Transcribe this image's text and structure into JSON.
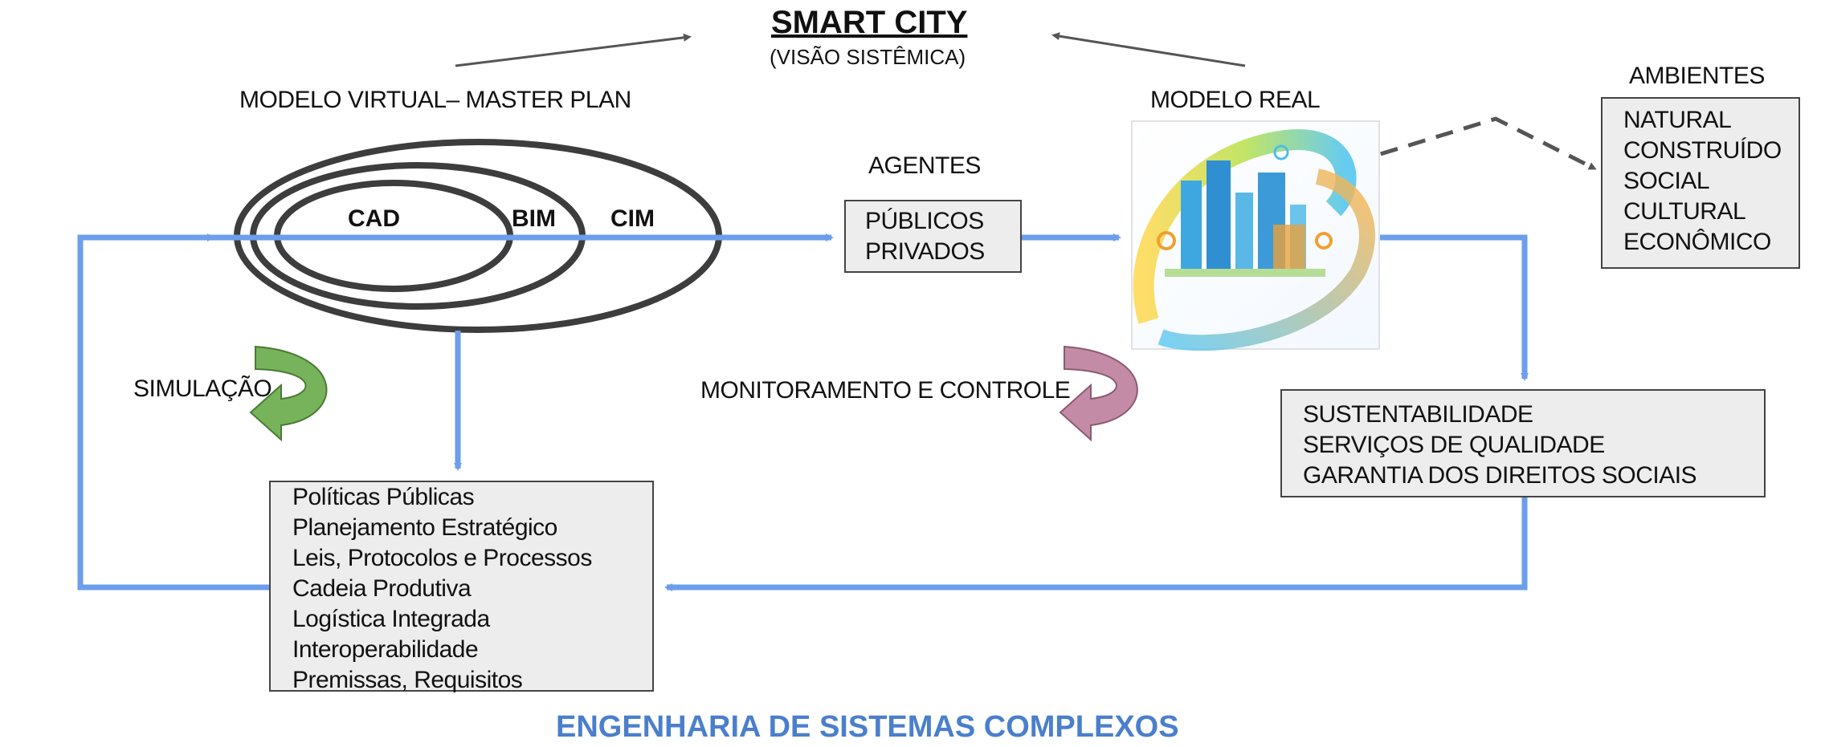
{
  "header": {
    "title": "SMART CITY",
    "subtitle": "(VISÃO SISTÊMICA)"
  },
  "virtual_model": {
    "label": "MODELO VIRTUAL– MASTER PLAN",
    "rings": [
      "CAD",
      "BIM",
      "CIM"
    ]
  },
  "agents": {
    "label": "AGENTES",
    "items": [
      "PÚBLICOS",
      "PRIVADOS"
    ]
  },
  "real_model": {
    "label": "MODELO REAL"
  },
  "environments": {
    "label": "AMBIENTES",
    "items": [
      "NATURAL",
      "CONSTRUÍDO",
      "SOCIAL",
      "CULTURAL",
      "ECONÔMICO"
    ]
  },
  "cycles": {
    "simulation": "SIMULAÇÃO",
    "monitoring": "MONITORAMENTO E CONTROLE"
  },
  "outcomes": {
    "items": [
      "SUSTENTABILIDADE",
      "SERVIÇOS DE QUALIDADE",
      "GARANTIA DOS DIREITOS SOCIAIS"
    ]
  },
  "policies": {
    "items": [
      "Políticas Públicas",
      "Planejamento Estratégico",
      "Leis, Protocolos e Processos",
      "Cadeia Produtiva",
      "Logística Integrada",
      "Interoperabilidade",
      "Premissas, Requisitos"
    ]
  },
  "footer": {
    "text": "ENGENHARIA DE SISTEMAS COMPLEXOS"
  },
  "colors": {
    "flow_arrow": "#6d9eeb",
    "simulation_arrow": "#77b35a",
    "monitoring_arrow": "#c48ba6",
    "footer_text": "#4a7fcc"
  }
}
